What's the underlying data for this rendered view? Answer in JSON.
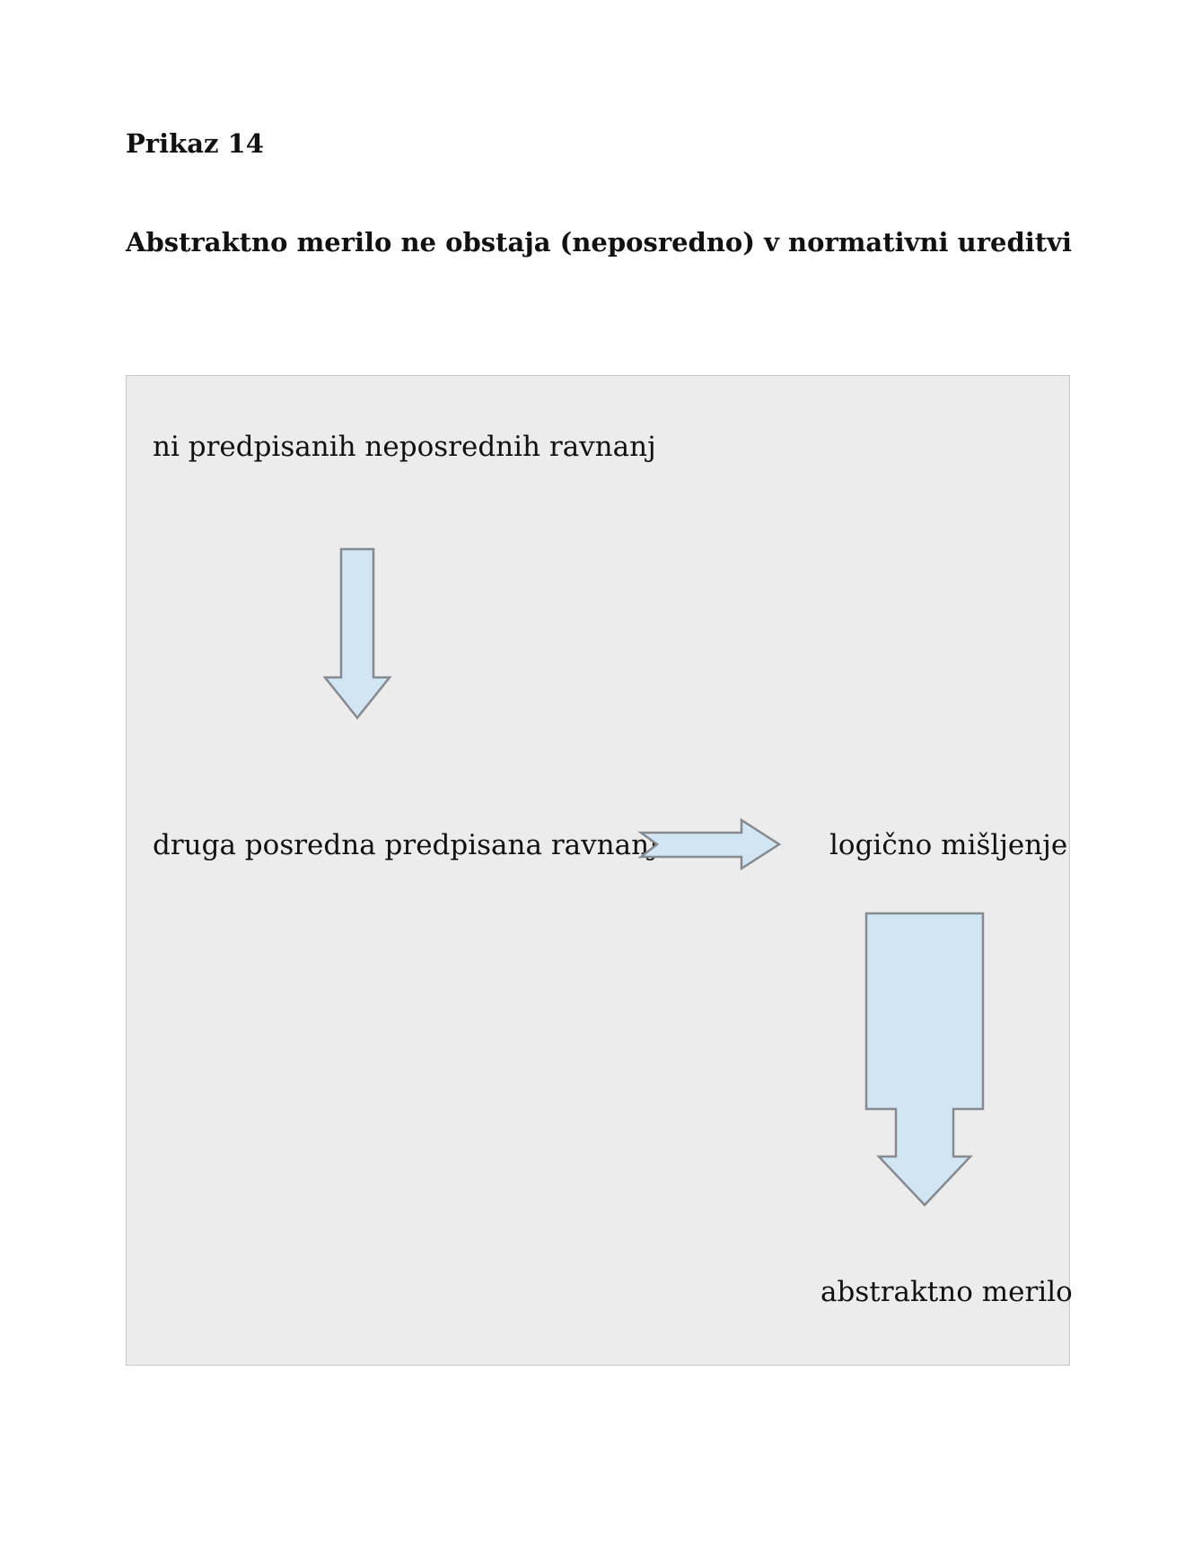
{
  "figure": {
    "label": "Prikaz 14",
    "title": "Abstraktno merilo ne obstaja (neposredno) v normativni ureditvi"
  },
  "diagram": {
    "nodes": {
      "top": "ni predpisanih neposrednih ravnanj",
      "middle": "druga posredna predpisana ravnanja",
      "logic": "logično mišljenje",
      "result": "abstraktno merilo"
    },
    "colors": {
      "panel_background": "#ececec",
      "arrow_fill": "#d1e5f3",
      "arrow_stroke": "#858a90"
    },
    "arrows": [
      {
        "from": "top",
        "to": "middle",
        "direction": "down",
        "icon": "down-arrow-icon"
      },
      {
        "from": "middle",
        "to": "logic",
        "direction": "right",
        "icon": "chevron-right-arrow-icon"
      },
      {
        "from": "logic",
        "to": "result",
        "direction": "down",
        "icon": "down-arrow-icon"
      }
    ]
  }
}
